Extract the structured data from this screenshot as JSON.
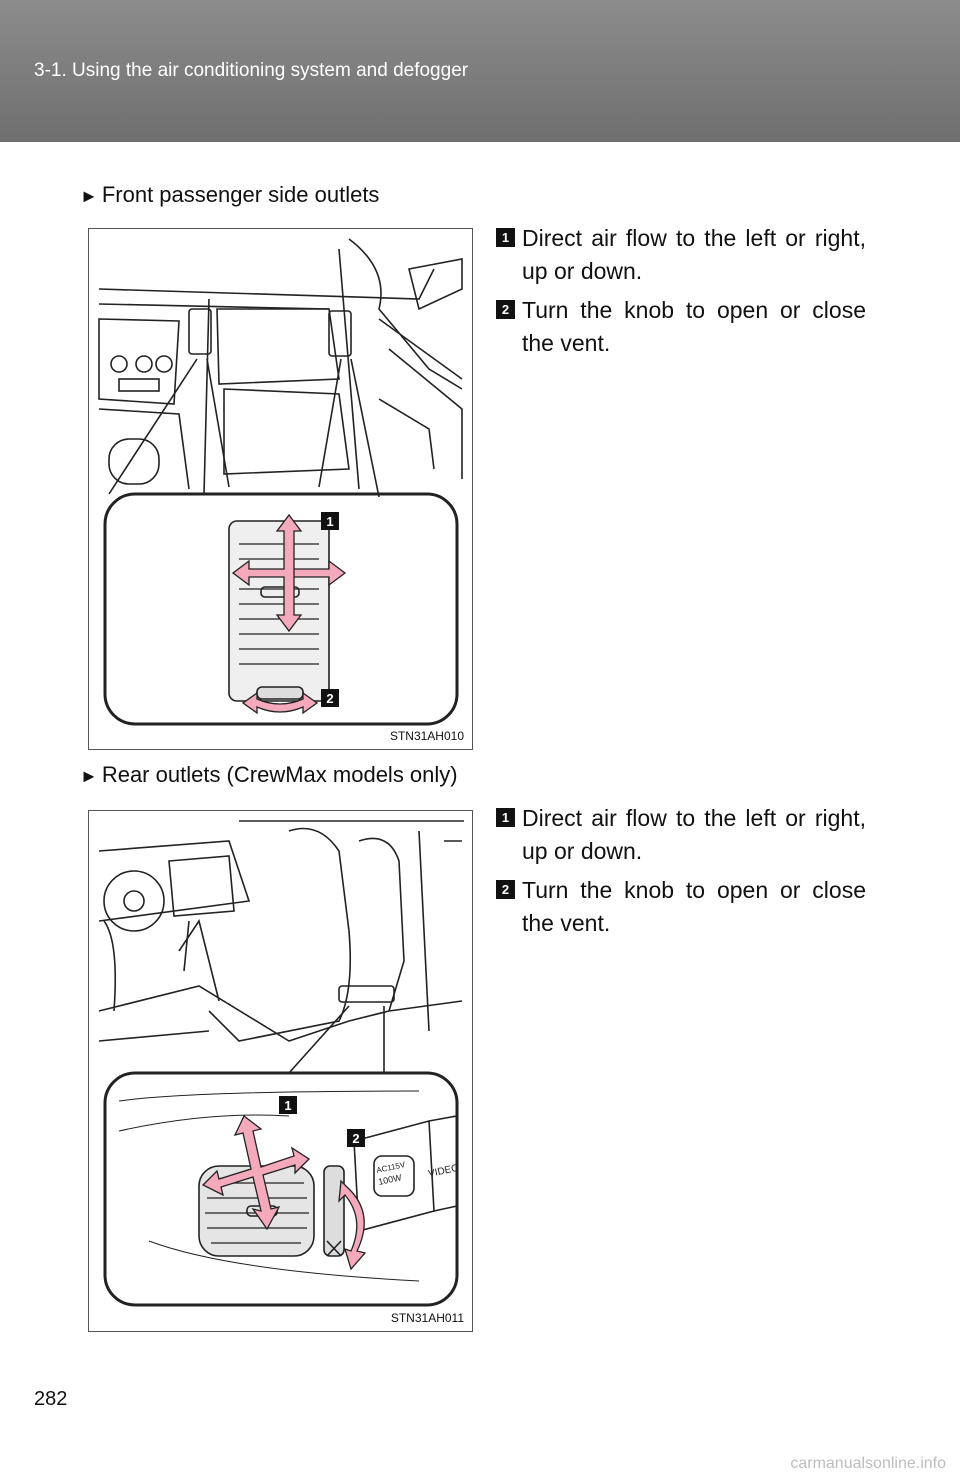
{
  "header": {
    "title": "3-1. Using the air conditioning system and defogger"
  },
  "sections": [
    {
      "heading": "Front passenger side outlets",
      "figure_code": "STN31AH010",
      "steps": [
        {
          "num": "1",
          "text": "Direct air flow to the left or right, up or down."
        },
        {
          "num": "2",
          "text": "Turn the knob to open or close the vent."
        }
      ],
      "callouts": [
        "1",
        "2"
      ]
    },
    {
      "heading": "Rear outlets (CrewMax models only)",
      "figure_code": "STN31AH011",
      "steps": [
        {
          "num": "1",
          "text": "Direct air flow to the left or right, up or down."
        },
        {
          "num": "2",
          "text": "Turn the knob to open or close the vent."
        }
      ],
      "callouts": [
        "1",
        "2"
      ],
      "panel_labels": [
        "AC115V",
        "100W",
        "VIDEO"
      ]
    }
  ],
  "page_number": "282",
  "watermark": "carmanualsonline.info",
  "colors": {
    "header": "#7a7a7a",
    "arrow": "#e8889c",
    "callout": "#111111"
  }
}
